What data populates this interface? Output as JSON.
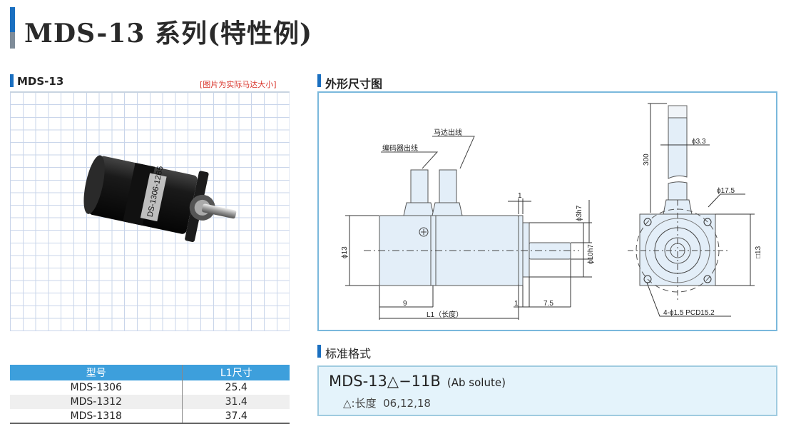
{
  "page_title": "MDS-13 系列(特性例)",
  "left_section": {
    "title": "MDS-13",
    "note": "[图片为实际马达大小]",
    "photo_label": "DS-1306-12B5"
  },
  "drawing_section": {
    "title": "外形尺寸图",
    "labels": {
      "encoder_cable": "编码器出线",
      "motor_cable": "马达出线",
      "dia13": "ϕ13",
      "dim9": "9",
      "L1": "L1（长度）",
      "dim1_top": "1",
      "dim1_bottom": "1",
      "dim7_5": "7.5",
      "shaft": "ϕ3h7",
      "boss": "ϕ10h7",
      "cable_len": "300",
      "cable_dia": "ϕ3.3",
      "circle": "ϕ17.5",
      "square": "□13",
      "holes": "4-ϕ1.5 PCD15.2"
    }
  },
  "spec_table": {
    "headers": [
      "型号",
      "L1尺寸"
    ],
    "rows": [
      [
        "MDS-1306",
        "25.4"
      ],
      [
        "MDS-1312",
        "31.4"
      ],
      [
        "MDS-1318",
        "37.4"
      ]
    ]
  },
  "format_section": {
    "title": "标准格式",
    "model": "MDS-13△−11B",
    "model_suffix": "(Ab solute)",
    "legend": "△:长度  06,12,18"
  },
  "colors": {
    "accent": "#1a6fc0",
    "table_header": "#3d9fdc",
    "note": "#d9342b",
    "part_fill": "#e3eef8"
  }
}
